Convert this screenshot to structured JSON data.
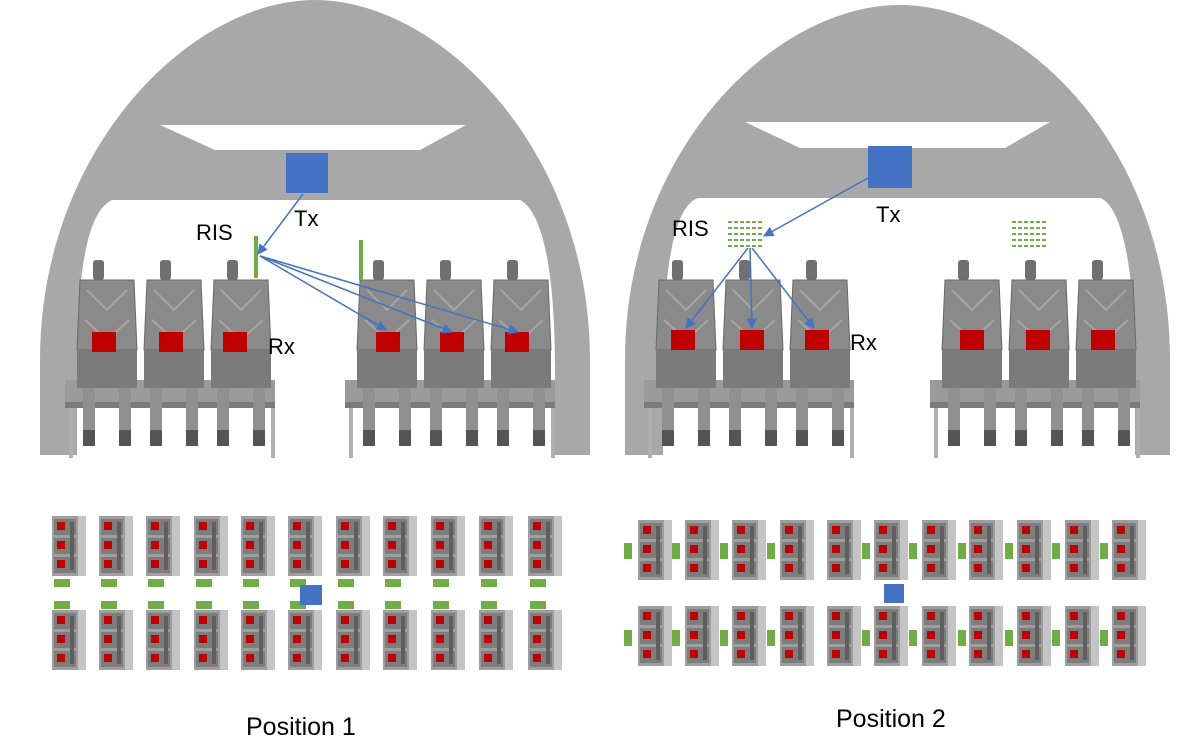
{
  "labels": {
    "ris": "RIS",
    "tx": "Tx",
    "rx": "Rx",
    "position_1": "Position 1",
    "position_2": "Position 2"
  },
  "colors": {
    "fuselage": "#a8a8a8",
    "seat": "#8a8a8a",
    "seat_dark": "#5e5e5e",
    "receiver": "#c00000",
    "transmitter": "#4472c4",
    "ris": "#70ad47",
    "signal_arrow": "#4472c4"
  },
  "icons": {
    "transmitter": "blue-square",
    "receiver": "red-square",
    "ris_position_1": "green-vertical-bar",
    "ris_position_2": "green-dashed-panel"
  }
}
